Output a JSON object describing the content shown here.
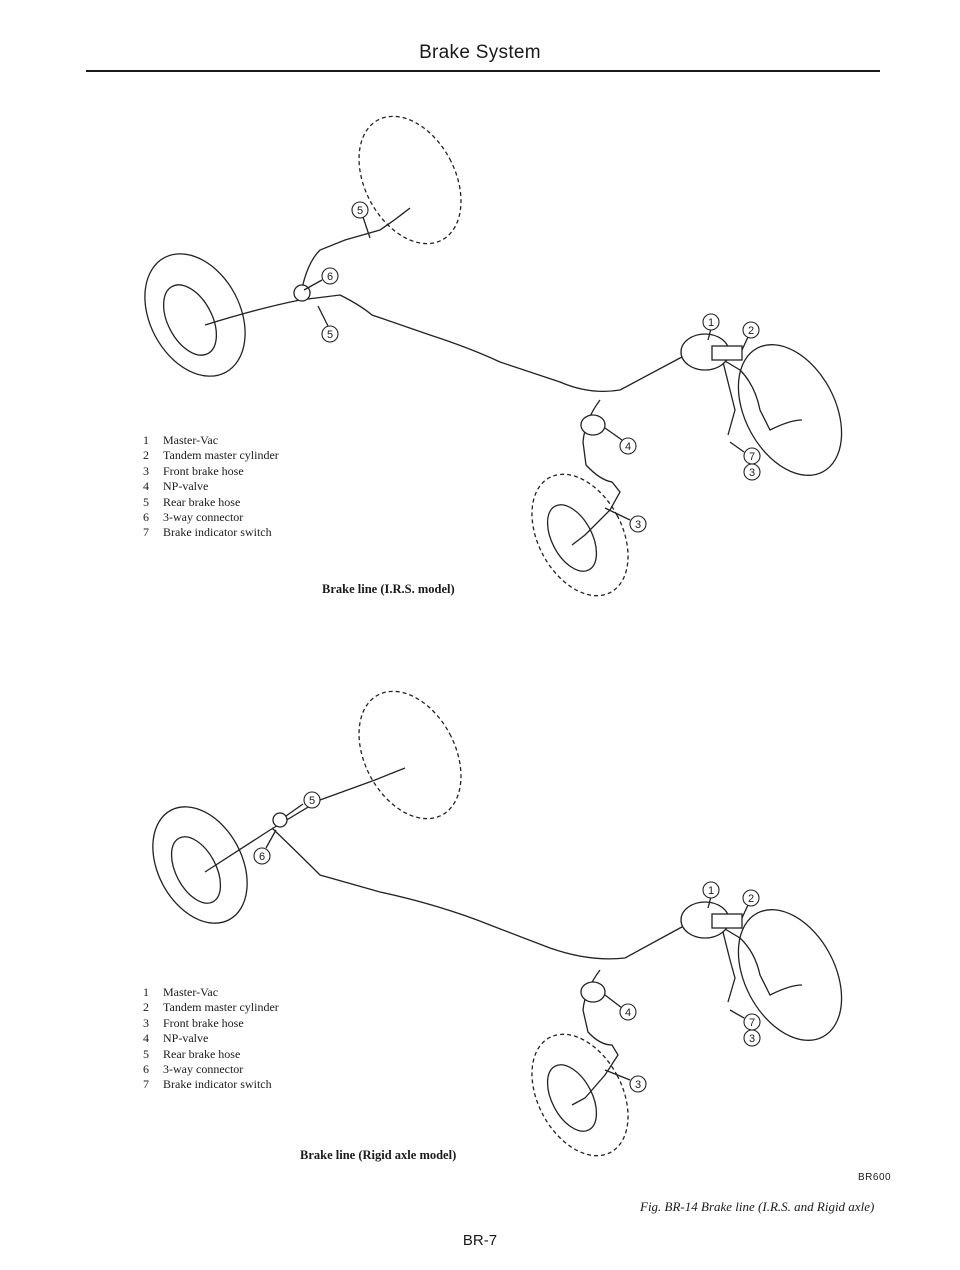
{
  "header": {
    "title": "Brake System"
  },
  "figures": [
    {
      "legend": [
        {
          "num": "1",
          "label": "Master-Vac"
        },
        {
          "num": "2",
          "label": "Tandem master cylinder"
        },
        {
          "num": "3",
          "label": "Front brake hose"
        },
        {
          "num": "4",
          "label": "NP-valve"
        },
        {
          "num": "5",
          "label": "Rear brake hose"
        },
        {
          "num": "6",
          "label": "3-way connector"
        },
        {
          "num": "7",
          "label": "Brake indicator switch"
        }
      ],
      "caption": "Brake line (I.R.S. model)"
    },
    {
      "legend": [
        {
          "num": "1",
          "label": "Master-Vac"
        },
        {
          "num": "2",
          "label": "Tandem master cylinder"
        },
        {
          "num": "3",
          "label": "Front brake hose"
        },
        {
          "num": "4",
          "label": "NP-valve"
        },
        {
          "num": "5",
          "label": "Rear brake hose"
        },
        {
          "num": "6",
          "label": "3-way connector"
        },
        {
          "num": "7",
          "label": "Brake indicator switch"
        }
      ],
      "caption": "Brake line (Rigid axle model)"
    }
  ],
  "callouts": {
    "one": "1",
    "two": "2",
    "three": "3",
    "four": "4",
    "five": "5",
    "six": "6",
    "seven": "7"
  },
  "figure_code": "BR600",
  "figure_caption": "Fig. BR-14  Brake line (I.R.S. and Rigid axle)",
  "page_number": "BR-7"
}
